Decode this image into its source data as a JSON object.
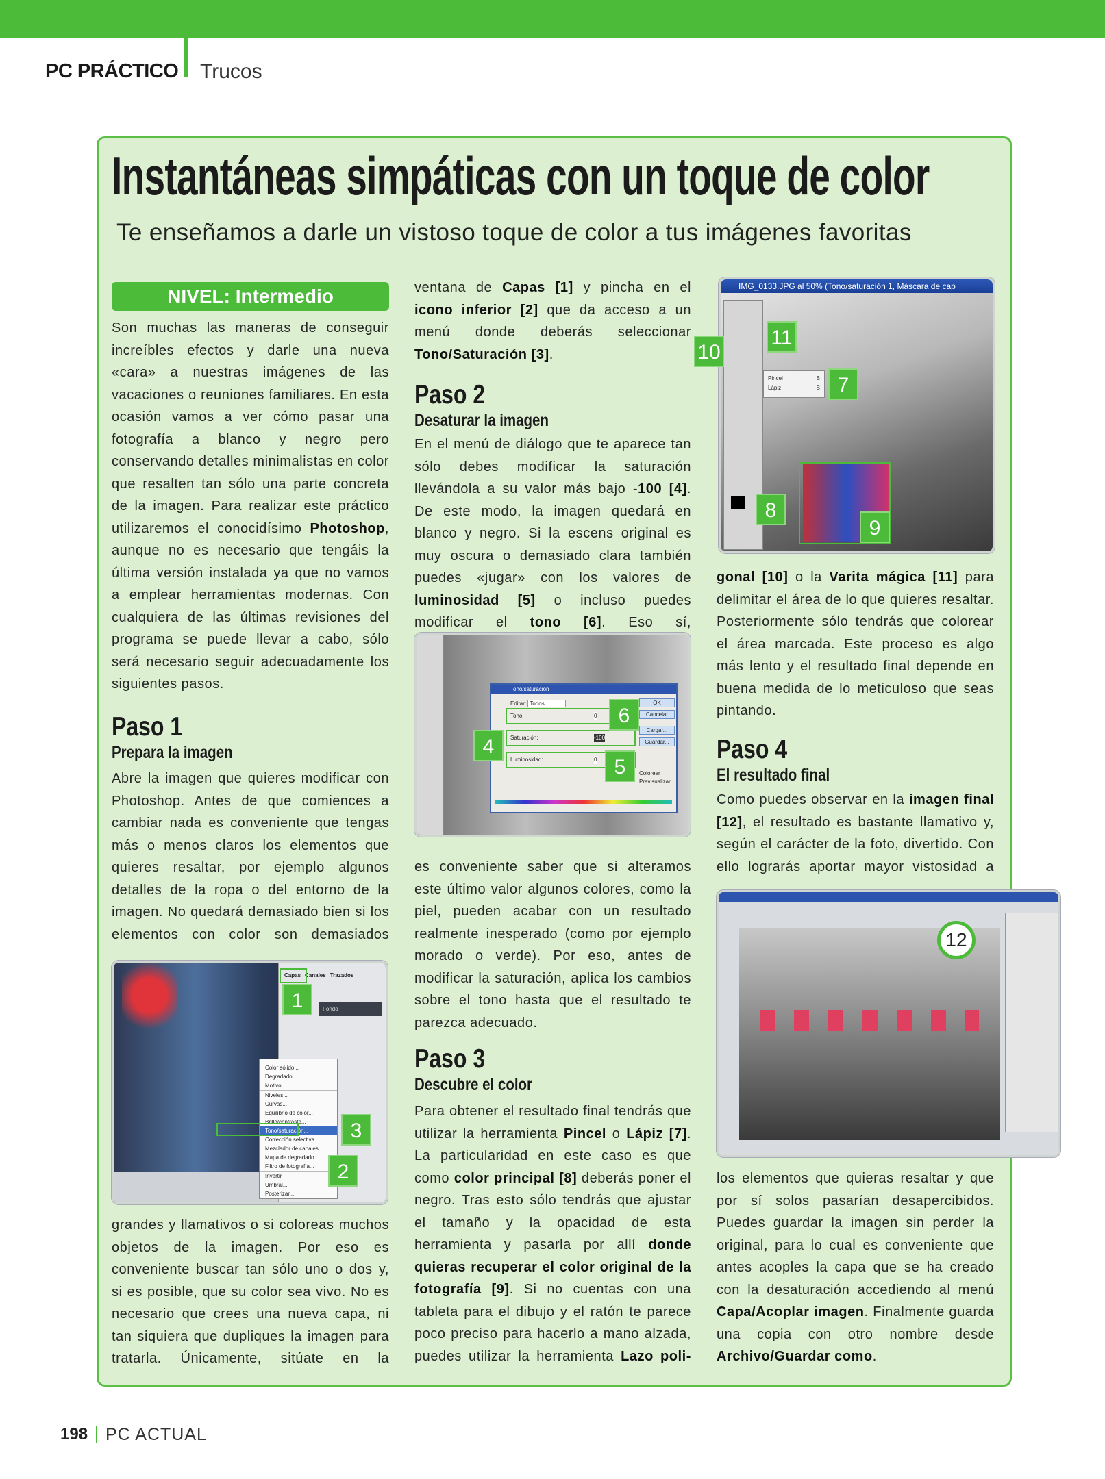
{
  "header": {
    "section": "PC PRÁCTICO",
    "subsection": "Trucos"
  },
  "article": {
    "title": "Instantáneas simpáticas con un toque de color",
    "subtitle": "Te enseñamos a darle un vistoso toque de color a tus imágenes favoritas",
    "level": "NIVEL: Intermedio",
    "intro": [
      {
        "t": "Son muchas las maneras de conseguir increíbles efectos y darle una nueva «cara» a nuestras imágenes de las vacaciones o reuniones familiares. En esta ocasión vamos a ver cómo pasar una fotografía a blanco y negro pero conservando detalles minimalistas en color que resalten tan sólo una parte concreta de la imagen. Para realizar este práctico utilizaremos el conocidísimo "
      },
      {
        "t": "Photoshop",
        "b": true
      },
      {
        "t": ", aunque no es necesario que tengáis la última versión instalada ya que no vamos a emplear herramientas modernas. Con cualquiera de las últimas revisiones del programa se puede llevar a cabo, sólo será necesario seguir adecuadamente los siguientes pasos."
      }
    ],
    "steps": [
      {
        "title": "Paso 1",
        "subtitle": "Prepara la imagen",
        "p1": [
          {
            "t": "Abre la imagen que quieres modificar con Photoshop. Antes de que comiences a cambiar nada es conveniente que tengas más o menos claros los elementos que quieres resaltar, por ejemplo algunos detalles de la ropa o del entorno de la imagen. No quedará demasiado bien si los elementos con color son demasiados"
          }
        ],
        "p2": [
          {
            "t": "grandes y llamativos o si coloreas muchos objetos de la imagen. Por eso es conveniente buscar tan sólo uno o dos y, si es posible, que su color sea vivo. No es necesario que crees una nueva capa, ni tan siquiera que dupliques la imagen para tratarla. Únicamente, sitúate en la"
          }
        ],
        "p3": [
          {
            "t": "ventana de "
          },
          {
            "t": "Capas [1]",
            "b": true
          },
          {
            "t": " y pincha en el "
          },
          {
            "t": "icono inferior [2]",
            "b": true
          },
          {
            "t": " que da acceso a un menú donde deberás seleccionar "
          },
          {
            "t": "Tono/Saturación [3]",
            "b": true
          },
          {
            "t": "."
          }
        ]
      },
      {
        "title": "Paso 2",
        "subtitle": "Desaturar la imagen",
        "p1": [
          {
            "t": "En el menú de diálogo que te aparece tan sólo debes modificar la saturación llevándola a su valor más bajo -"
          },
          {
            "t": "100 [4]",
            "b": true
          },
          {
            "t": ". De este modo, la imagen quedará en blanco y negro. Si la escens original es muy oscura o demasiado clara también puedes «jugar» con los valores de "
          },
          {
            "t": "luminosidad [5]",
            "b": true
          },
          {
            "t": " o incluso puedes modificar el "
          },
          {
            "t": "tono [6]",
            "b": true
          },
          {
            "t": ". Eso sí,"
          }
        ],
        "p2": [
          {
            "t": "es conveniente saber que si alteramos este último valor algunos colores, como la piel, pueden acabar con un resultado realmente inesperado (como por ejemplo morado o verde). Por eso, antes de modificar la saturación, aplica los cambios sobre el tono hasta que el resultado te parezca adecuado."
          }
        ]
      },
      {
        "title": "Paso 3",
        "subtitle": "Descubre el color",
        "p1": [
          {
            "t": "Para obtener el resultado final tendrás que utilizar la herramienta "
          },
          {
            "t": "Pincel",
            "b": true
          },
          {
            "t": " o "
          },
          {
            "t": "Lápiz [7]",
            "b": true
          },
          {
            "t": ". La particularidad en este caso es que como "
          },
          {
            "t": "color principal [8]",
            "b": true
          },
          {
            "t": " deberás poner el negro. Tras esto sólo tendrás que ajustar el tamaño y la opacidad de esta herramienta y pasarla por allí "
          },
          {
            "t": "donde quieras recuperar el color original de la fotografía [9]",
            "b": true
          },
          {
            "t": ". Si no cuentas con una tableta para el dibujo y el ratón te parece poco preciso para hacerlo a mano alzada, puedes utilizar la herramienta "
          },
          {
            "t": "Lazo poli-",
            "b": true
          }
        ],
        "p2": [
          {
            "t": "gonal [10]",
            "b": true
          },
          {
            "t": " o la "
          },
          {
            "t": "Varita mágica [11]",
            "b": true
          },
          {
            "t": " para delimitar el área de lo que quieres resaltar. Posteriormente sólo tendrás que colorear el área marcada. Este proceso es algo más lento y el resultado final depende en buena medida de lo meticuloso que seas pintando."
          }
        ]
      },
      {
        "title": "Paso 4",
        "subtitle": "El resultado final",
        "p1": [
          {
            "t": "Como puedes observar en la "
          },
          {
            "t": "imagen final [12]",
            "b": true
          },
          {
            "t": ", el resultado es bastante llamativo y, según el carácter de la foto, divertido. Con ello lograrás aportar mayor vistosidad a"
          }
        ],
        "p2": [
          {
            "t": "los elementos que quieras resaltar y que por sí solos pasarían desapercibidos. Puedes guardar la imagen sin perder la original, para lo cual es conveniente que antes acoples la capa que se ha creado con la desaturación accediendo al menú "
          },
          {
            "t": "Capa/Acoplar imagen",
            "b": true
          },
          {
            "t": ". Finalmente guarda una copia con otro nombre desde "
          },
          {
            "t": "Archivo/Guardar como",
            "b": true
          },
          {
            "t": "."
          }
        ]
      }
    ]
  },
  "screenshots": {
    "layers": {
      "tabs": [
        "Capas",
        "Canales",
        "Trazados"
      ],
      "layer": "Fondo",
      "menu": [
        "Color sólido...",
        "Degradado...",
        "Motivo...",
        "Niveles...",
        "Curvas...",
        "Equilibrio de color...",
        "Brillo/contraste...",
        "Tono/saturación...",
        "Corrección selectiva...",
        "Mezclador de canales...",
        "Mapa de degradado...",
        "Filtro de fotografía...",
        "Invertir",
        "Umbral...",
        "Posterizar..."
      ],
      "badges": [
        "1",
        "3",
        "2"
      ]
    },
    "dialog": {
      "title": "Tono/saturación",
      "edit_label": "Editar:",
      "edit_value": "Todos",
      "hue": "Tono:",
      "hue_value": "0",
      "sat": "Saturación:",
      "sat_value": "-100",
      "light": "Luminosidad:",
      "light_value": "0",
      "buttons": [
        "OK",
        "Cancelar",
        "Cargar...",
        "Guardar..."
      ],
      "checks": [
        "Colorear",
        "Previsualizar"
      ],
      "badges": [
        "6",
        "4",
        "5"
      ]
    },
    "tools": {
      "window_title": "IMG_0133.JPG al 50% (Tono/saturación 1, Máscara de cap",
      "flyout": [
        "Pincel",
        "Lápiz"
      ],
      "flyout_key": "B",
      "badges": [
        "11",
        "10",
        "7",
        "8",
        "9"
      ]
    },
    "final": {
      "badge": "12"
    }
  },
  "footer": {
    "page": "198",
    "magazine": "PC ACTUAL"
  },
  "colors": {
    "accent": "#4dbb3a",
    "box_bg": "#dcefd0"
  }
}
